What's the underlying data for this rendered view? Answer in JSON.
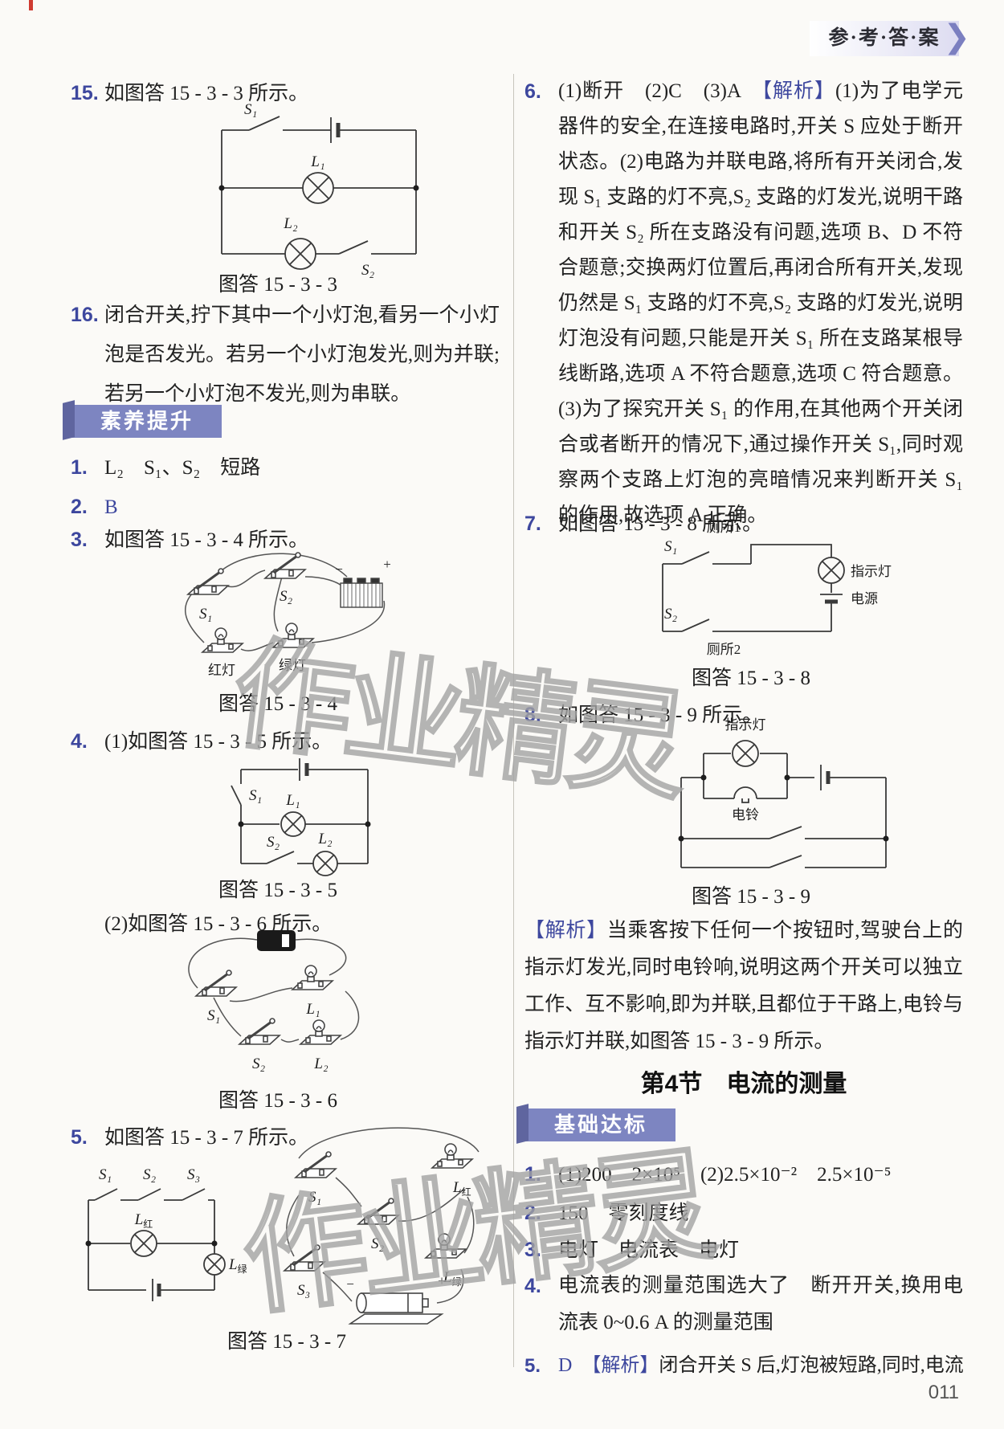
{
  "header": {
    "title": "参·考·答·案",
    "chevron": "❯"
  },
  "watermark": {
    "text": "作业精灵"
  },
  "page_number": "011",
  "left": {
    "item15": {
      "num": "15.",
      "text": "如图答 15 - 3 - 3 所示。"
    },
    "item16": {
      "num": "16.",
      "text": "闭合开关,拧下其中一个小灯泡,看另一个小灯泡是否发光。若另一个小灯泡发光,则为并联;若另一个小灯泡不发光,则为串联。"
    },
    "badge": "素养提升",
    "sy": {
      "i1": {
        "num": "1.",
        "text": "L₂　S₁、S₂　短路"
      },
      "i2": {
        "num": "2.",
        "ans": "B"
      },
      "i3": {
        "num": "3.",
        "text": "如图答 15 - 3 - 4 所示。"
      },
      "i4": {
        "num": "4.",
        "part1": "(1)如图答 15 - 3 - 5 所示。",
        "part2": "(2)如图答 15 - 3 - 6 所示。"
      },
      "i5": {
        "num": "5.",
        "text": "如图答 15 - 3 - 7 所示。"
      }
    },
    "fig333": {
      "caption": "图答 15 - 3 - 3",
      "s1": "S₁",
      "l1": "L₁",
      "l2": "L₂",
      "s2": "S₂"
    },
    "fig334": {
      "caption": "图答 15 - 3 - 4",
      "s1": "S₁",
      "s2": "S₂",
      "red": "红灯",
      "green": "绿灯",
      "minus": "−",
      "plus": "+"
    },
    "fig335": {
      "caption": "图答 15 - 3 - 5",
      "s1": "S₁",
      "l1": "L₁",
      "s2": "S₂",
      "l2": "L₂"
    },
    "fig336": {
      "caption": "图答 15 - 3 - 6",
      "s1": "S₁",
      "l1": "L₁",
      "s2": "S₂",
      "l2": "L₂"
    },
    "fig337": {
      "caption": "图答 15 - 3 - 7",
      "s1": "S₁",
      "s2": "S₂",
      "s3": "S₃",
      "lr_base": "L",
      "lr_sub": "红",
      "lg_base": "L",
      "lg_sub": "绿",
      "minus": "−",
      "plus": "+"
    }
  },
  "right": {
    "item6": {
      "num": "6.",
      "pre": "(1)断开　(2)C　(3)A　",
      "marker": "【解析】",
      "rest": "(1)为了电学元器件的安全,在连接电路时,开关 S 应处于断开状态。(2)电路为并联电路,将所有开关闭合,发现 S₁ 支路的灯不亮,S₂ 支路的灯发光,说明干路和开关 S₂ 所在支路没有问题,选项 B、D 不符合题意;交换两灯位置后,再闭合所有开关,发现仍然是 S₁ 支路的灯不亮,S₂ 支路的灯发光,说明灯泡没有问题,只能是开关 S₁ 所在支路某根导线断路,选项 A 不符合题意,选项 C 符合题意。(3)为了探究开关 S₁ 的作用,在其他两个开关闭合或者断开的情况下,通过操作开关 S₁,同时观察两个支路上灯泡的亮暗情况来判断开关 S₁ 的作用,故选项 A 正确。"
    },
    "item7": {
      "num": "7.",
      "text": "如图答 15 - 3 - 8 所示。"
    },
    "item8": {
      "num": "8.",
      "text": "如图答 15 - 3 - 9 所示。"
    },
    "fig338": {
      "caption": "图答 15 - 3 - 8",
      "toilet1": "厕所1",
      "toilet2": "厕所2",
      "s1": "S₁",
      "s2": "S₂",
      "lamp": "指示灯",
      "power": "电源"
    },
    "fig339": {
      "caption": "图答 15 - 3 - 9",
      "lamp": "指示灯",
      "bell": "电铃"
    },
    "analysis89": {
      "marker": "【解析】",
      "text": "当乘客按下任何一个按钮时,驾驶台上的指示灯发光,同时电铃响,说明这两个开关可以独立工作、互不影响,即为并联,且都位于干路上,电铃与指示灯并联,如图答 15 - 3 - 9 所示。"
    },
    "section_title": "第4节　电流的测量",
    "badge": "基础达标",
    "basic": {
      "i1": {
        "num": "1.",
        "text": "(1)200　2×10⁵　(2)2.5×10⁻²　2.5×10⁻⁵"
      },
      "i2": {
        "num": "2.",
        "text": "150　零刻度线"
      },
      "i3": {
        "num": "3.",
        "text": "电灯　电流表　电灯"
      },
      "i4": {
        "num": "4.",
        "text": "电流表的测量范围选大了　断开开关,换用电流表 0~0.6 A 的测量范围"
      },
      "i5": {
        "num": "5.",
        "ans": "D",
        "marker": "【解析】",
        "text": "闭合开关 S 后,灯泡被短路,同时,电流"
      }
    }
  }
}
